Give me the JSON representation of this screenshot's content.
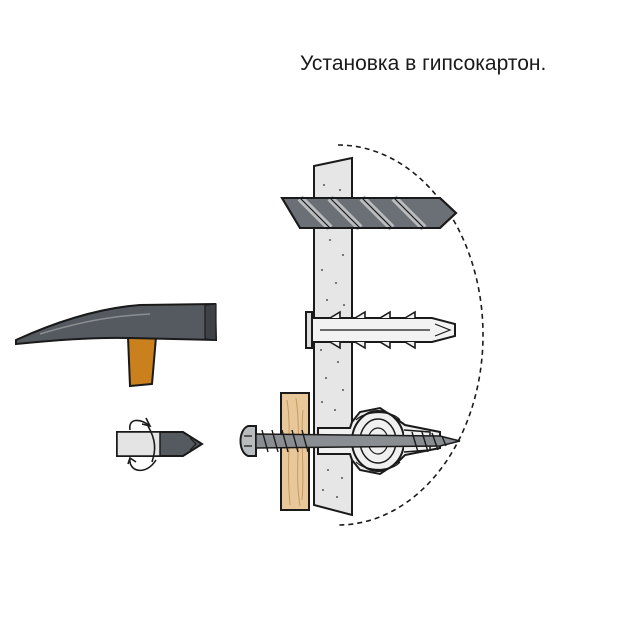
{
  "diagram": {
    "title": "Установка в гипсокартон.",
    "steps": [
      "drill",
      "insert-anchor",
      "screw-in"
    ],
    "tools": [
      "hammer-icon",
      "screwdriver-bit-icon",
      "rotation-arrow-icon"
    ],
    "colors": {
      "wall_fill": "#e6e6e6",
      "metal_dark": "#555a60",
      "metal_light": "#b9bcbf",
      "handle": "#c9801d",
      "wood": "#e8c89a",
      "outline": "#1a1a1a"
    }
  }
}
